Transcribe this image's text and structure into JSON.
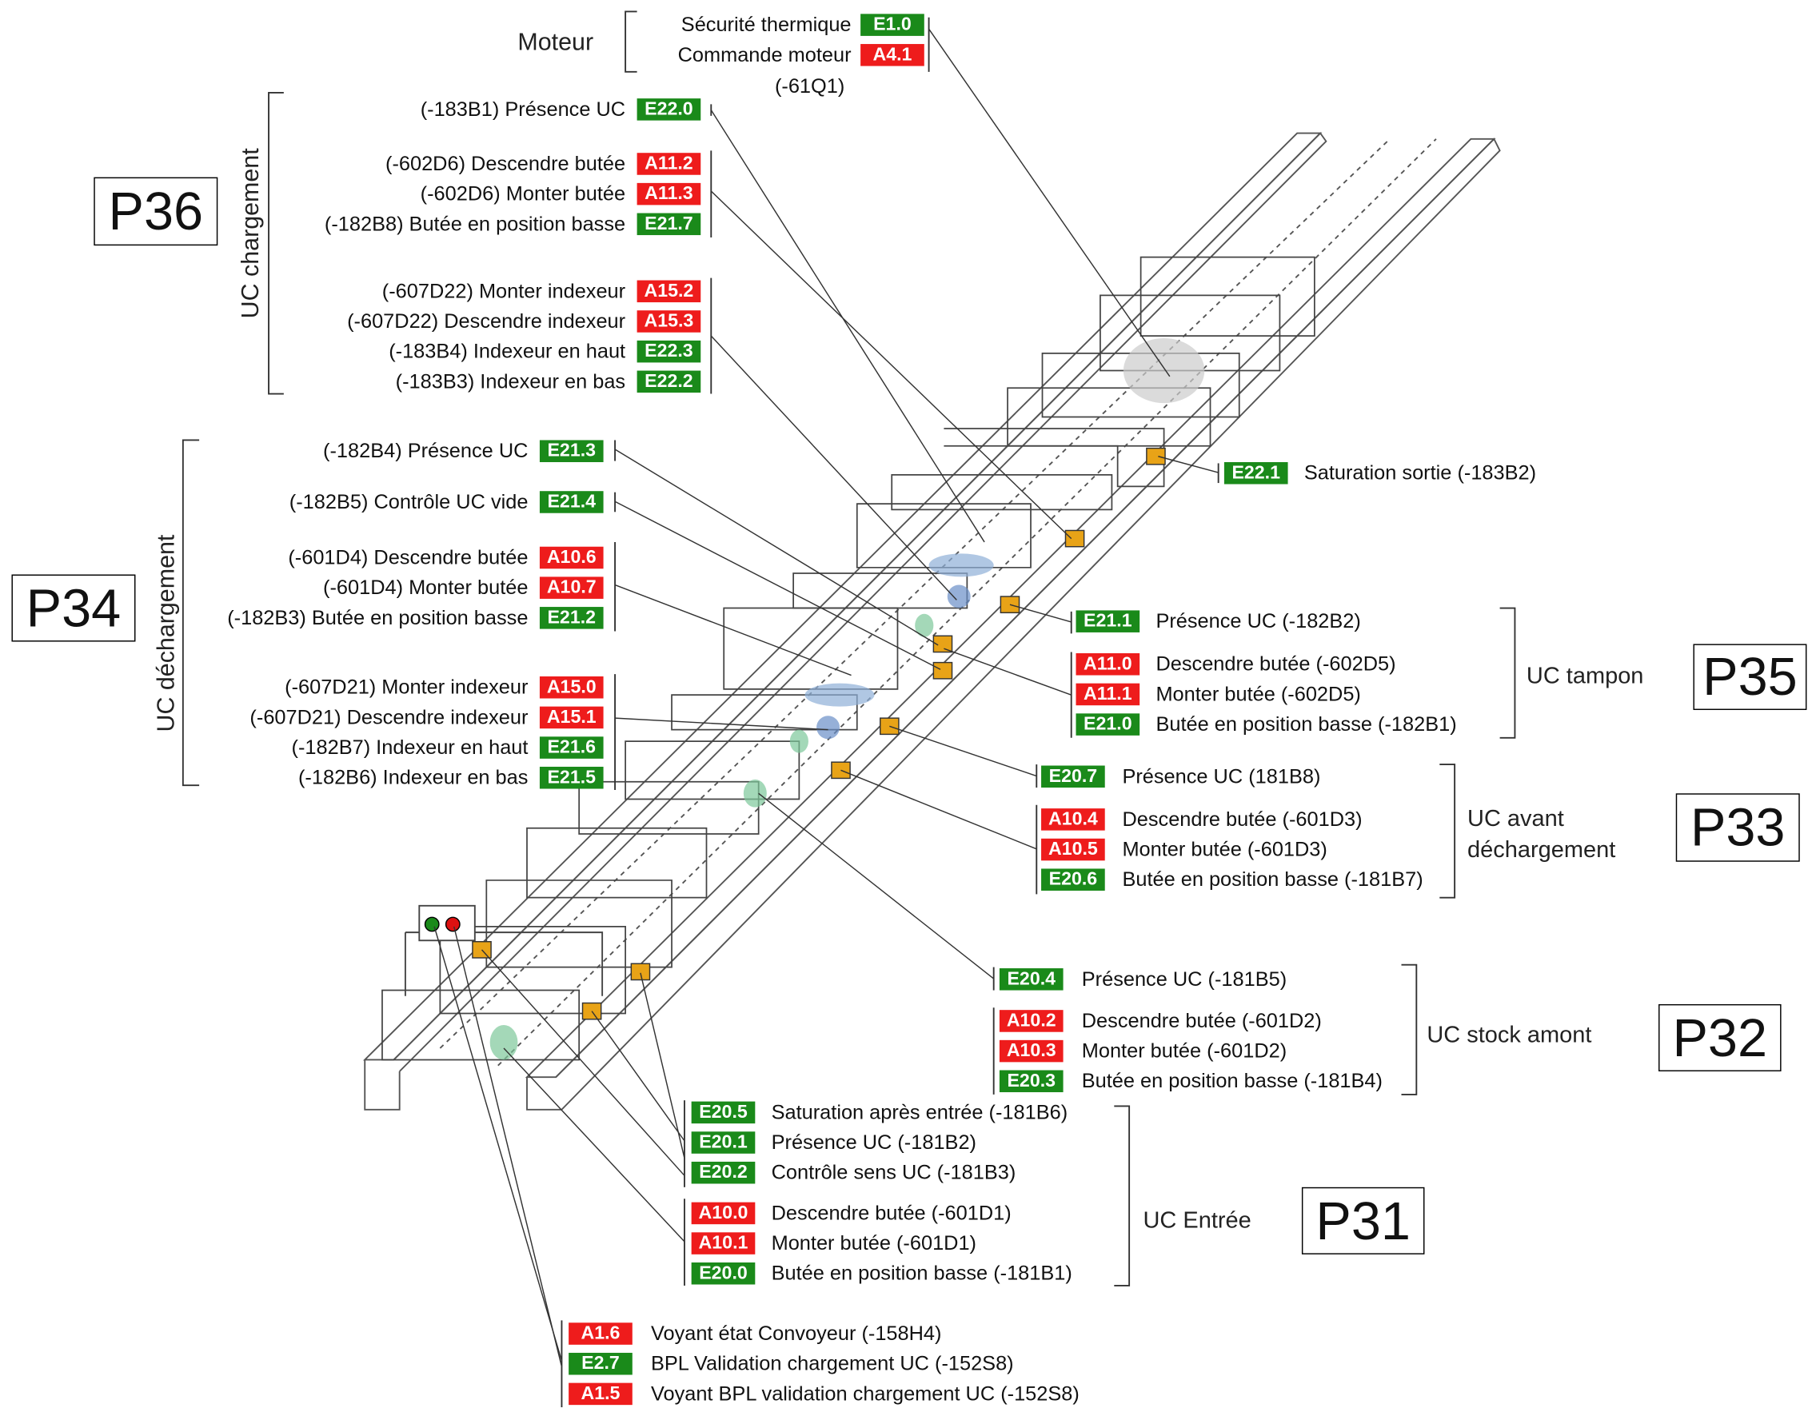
{
  "moteur": {
    "title": "Moteur",
    "items": [
      {
        "text": "Sécurité thermique",
        "code": "E1.0",
        "type": "E"
      },
      {
        "text": "Commande moteur",
        "code": "A4.1",
        "type": "A"
      }
    ],
    "ref": "(-61Q1)"
  },
  "p36": {
    "post": "P36",
    "group": "UC chargement",
    "items": [
      {
        "text": "(-183B1) Présence UC",
        "code": "E22.0",
        "type": "E"
      },
      {
        "text": "(-602D6) Descendre butée",
        "code": "A11.2",
        "type": "A"
      },
      {
        "text": "(-602D6) Monter butée",
        "code": "A11.3",
        "type": "A"
      },
      {
        "text": "(-182B8) Butée en position basse",
        "code": "E21.7",
        "type": "E"
      },
      {
        "text": "(-607D22) Monter indexeur",
        "code": "A15.2",
        "type": "A"
      },
      {
        "text": "(-607D22) Descendre indexeur",
        "code": "A15.3",
        "type": "A"
      },
      {
        "text": "(-183B4) Indexeur en haut",
        "code": "E22.3",
        "type": "E"
      },
      {
        "text": "(-183B3) Indexeur en bas",
        "code": "E22.2",
        "type": "E"
      }
    ]
  },
  "p34": {
    "post": "P34",
    "group": "UC déchargement",
    "items": [
      {
        "text": "(-182B4) Présence UC",
        "code": "E21.3",
        "type": "E"
      },
      {
        "text": "(-182B5) Contrôle UC vide",
        "code": "E21.4",
        "type": "E"
      },
      {
        "text": "(-601D4) Descendre butée",
        "code": "A10.6",
        "type": "A"
      },
      {
        "text": "(-601D4) Monter butée",
        "code": "A10.7",
        "type": "A"
      },
      {
        "text": "(-182B3) Butée en position basse",
        "code": "E21.2",
        "type": "E"
      },
      {
        "text": "(-607D21) Monter indexeur",
        "code": "A15.0",
        "type": "A"
      },
      {
        "text": "(-607D21) Descendre indexeur",
        "code": "A15.1",
        "type": "A"
      },
      {
        "text": "(-182B7) Indexeur en haut",
        "code": "E21.6",
        "type": "E"
      },
      {
        "text": "(-182B6) Indexeur en bas",
        "code": "E21.5",
        "type": "E"
      }
    ]
  },
  "saturation_sortie": {
    "code": "E22.1",
    "type": "E",
    "text": "Saturation sortie (-183B2)"
  },
  "p35": {
    "post": "P35",
    "group": "UC tampon",
    "items": [
      {
        "text": "Présence UC (-182B2)",
        "code": "E21.1",
        "type": "E"
      },
      {
        "text": "Descendre butée (-602D5)",
        "code": "A11.0",
        "type": "A"
      },
      {
        "text": "Monter butée (-602D5)",
        "code": "A11.1",
        "type": "A"
      },
      {
        "text": "Butée en position basse (-182B1)",
        "code": "E21.0",
        "type": "E"
      }
    ]
  },
  "p33": {
    "post": "P33",
    "group_line1": "UC avant",
    "group_line2": "déchargement",
    "items": [
      {
        "text": "Présence UC (181B8)",
        "code": "E20.7",
        "type": "E"
      },
      {
        "text": "Descendre butée (-601D3)",
        "code": "A10.4",
        "type": "A"
      },
      {
        "text": "Monter butée (-601D3)",
        "code": "A10.5",
        "type": "A"
      },
      {
        "text": "Butée en position basse (-181B7)",
        "code": "E20.6",
        "type": "E"
      }
    ]
  },
  "p32": {
    "post": "P32",
    "group": "UC stock amont",
    "items": [
      {
        "text": "Présence UC (-181B5)",
        "code": "E20.4",
        "type": "E"
      },
      {
        "text": "Descendre butée (-601D2)",
        "code": "A10.2",
        "type": "A"
      },
      {
        "text": "Monter butée (-601D2)",
        "code": "A10.3",
        "type": "A"
      },
      {
        "text": "Butée en position basse (-181B4)",
        "code": "E20.3",
        "type": "E"
      }
    ]
  },
  "p31": {
    "post": "P31",
    "group": "UC Entrée",
    "items": [
      {
        "text": "Saturation après entrée (-181B6)",
        "code": "E20.5",
        "type": "E"
      },
      {
        "text": "Présence UC (-181B2)",
        "code": "E20.1",
        "type": "E"
      },
      {
        "text": "Contrôle sens UC (-181B3)",
        "code": "E20.2",
        "type": "E"
      },
      {
        "text": "Descendre butée (-601D1)",
        "code": "A10.0",
        "type": "A"
      },
      {
        "text": "Monter butée (-601D1)",
        "code": "A10.1",
        "type": "A"
      },
      {
        "text": "Butée en position basse (-181B1)",
        "code": "E20.0",
        "type": "E"
      }
    ]
  },
  "bottom": {
    "items": [
      {
        "text": "Voyant état Convoyeur (-158H4)",
        "code": "A1.6",
        "type": "A"
      },
      {
        "text": "BPL Validation chargement UC (-152S8)",
        "code": "E2.7",
        "type": "E"
      },
      {
        "text": "Voyant BPL validation chargement UC (-152S8)",
        "code": "A1.5",
        "type": "A"
      }
    ]
  },
  "colors": {
    "input": "#1a8a1a",
    "output": "#ee1c1c",
    "sensor": "#e8a317"
  }
}
